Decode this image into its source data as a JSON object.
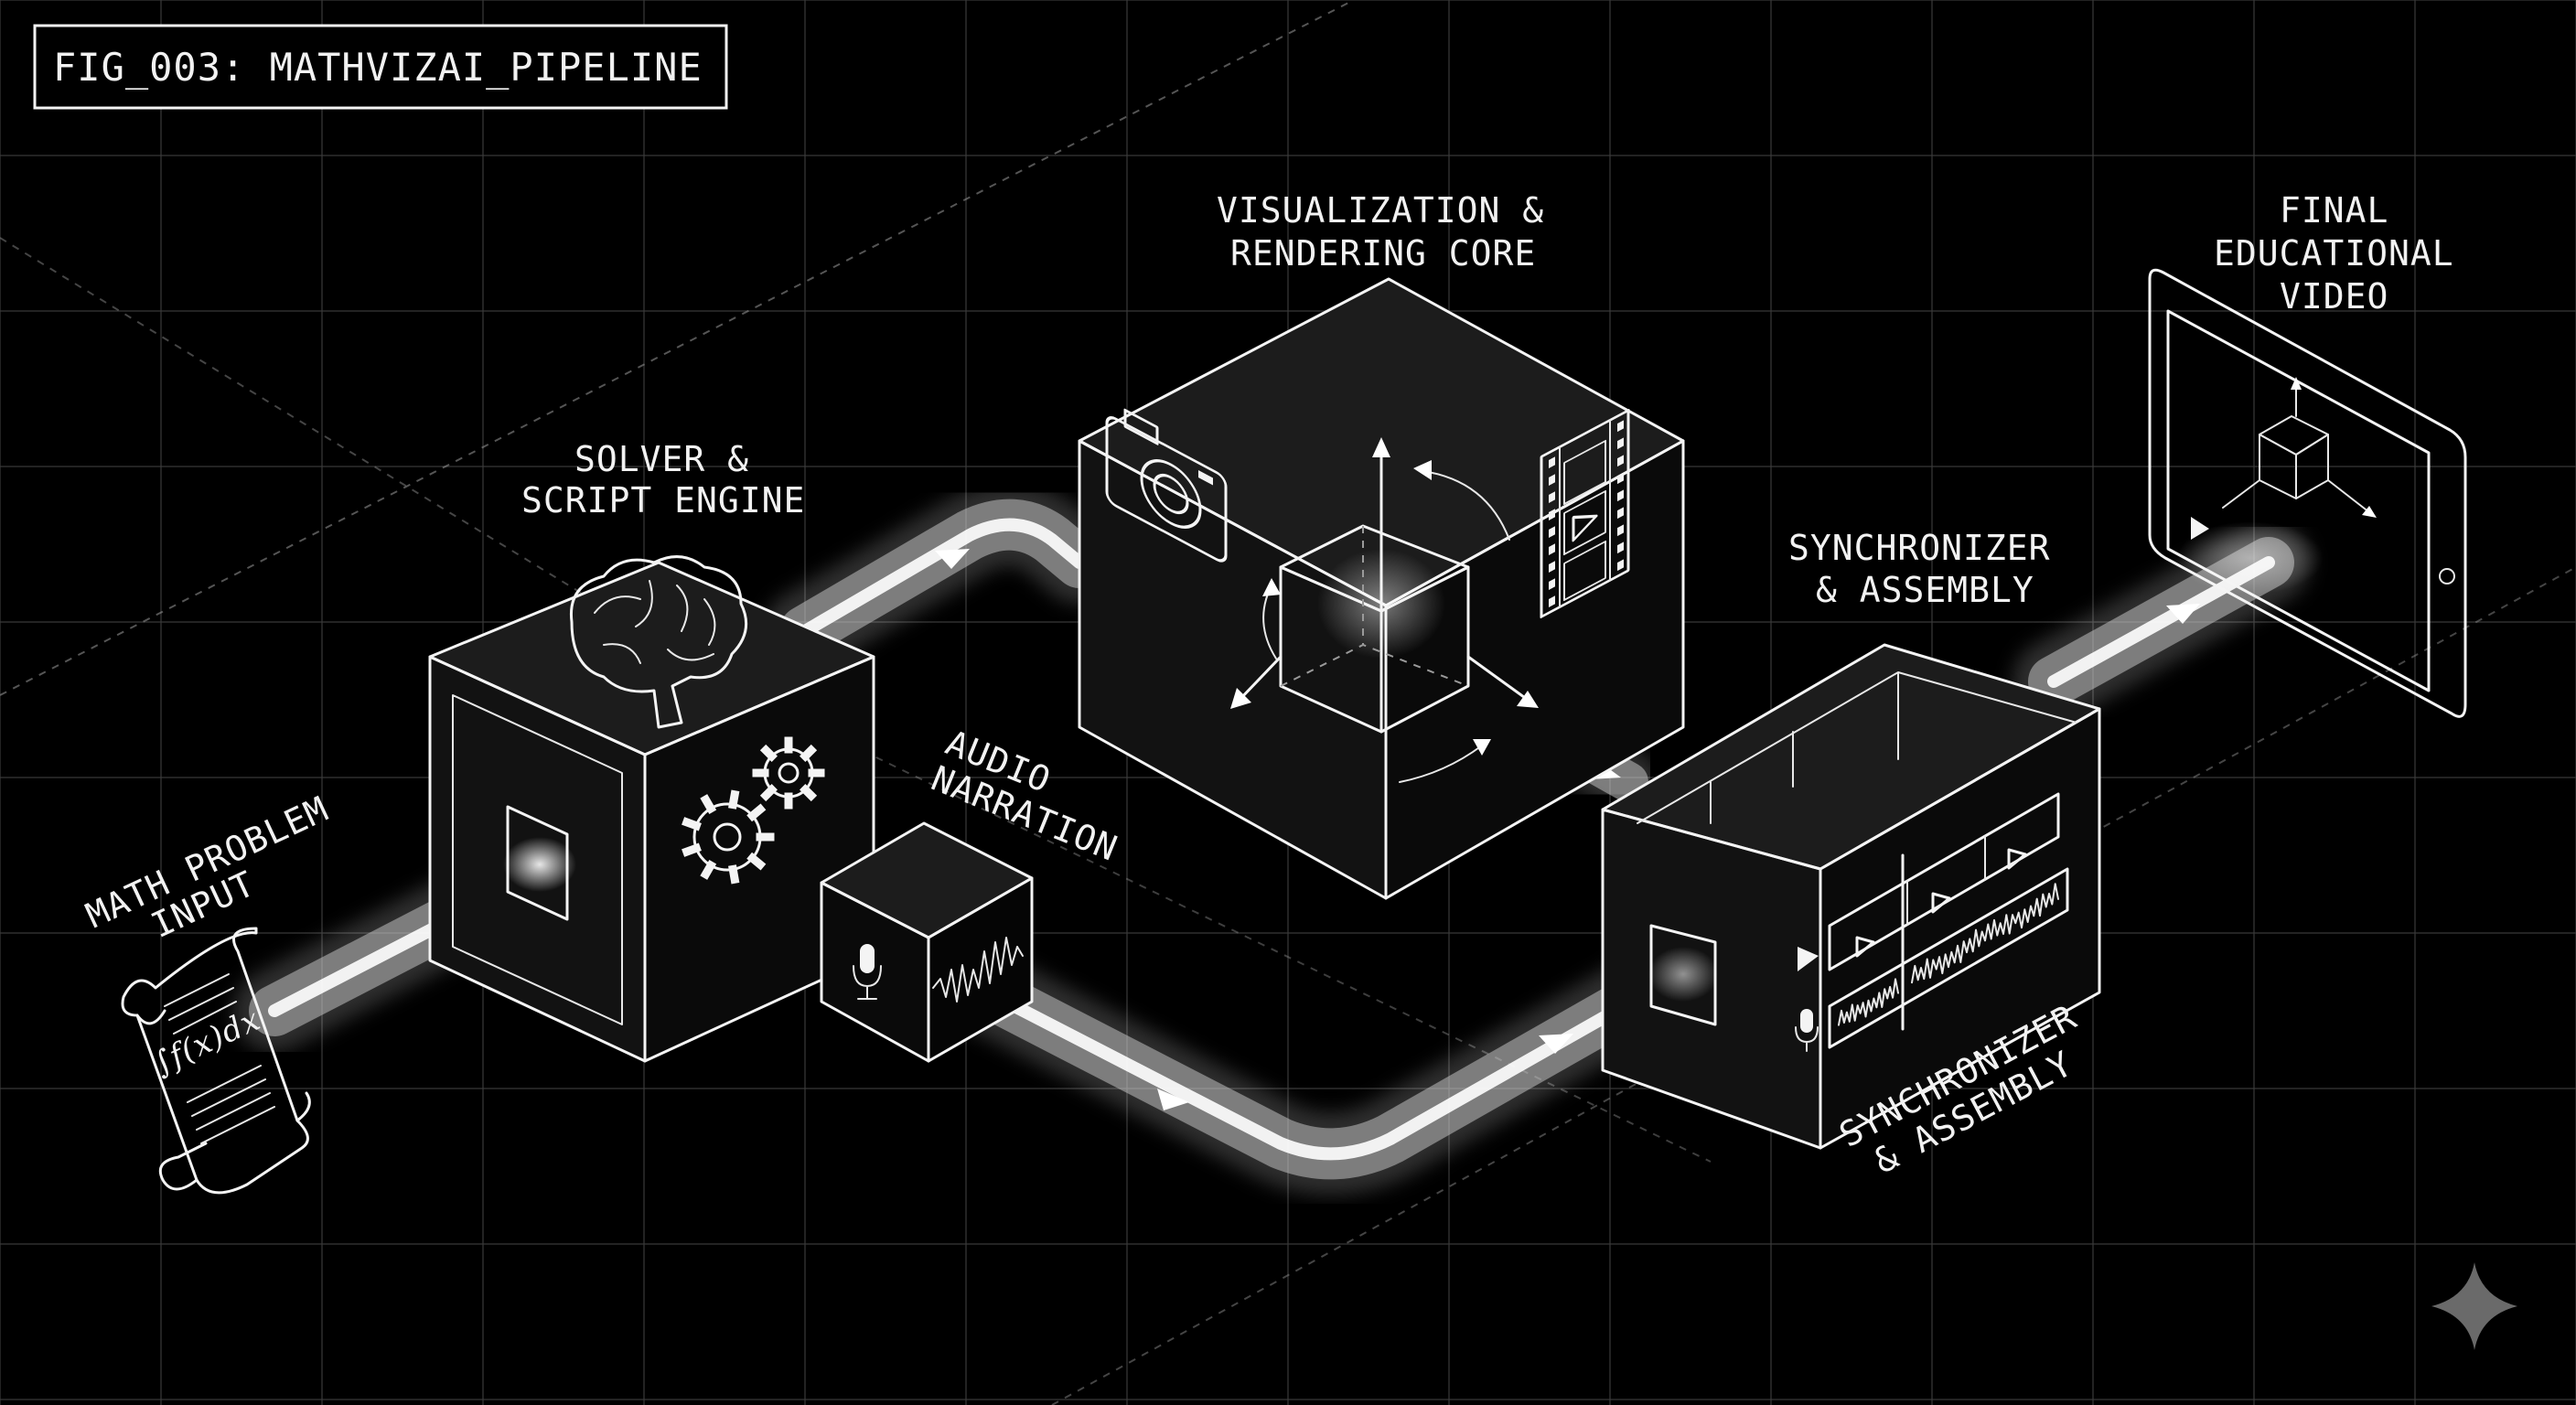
{
  "figure_title": "FIG_003: MATHVIZAI_PIPELINE",
  "labels": {
    "math_input": [
      "MATH PROBLEM",
      "INPUT"
    ],
    "solver": [
      "SOLVER &",
      "SCRIPT ENGINE"
    ],
    "visualization": [
      "VISUALIZATION &",
      "RENDERING CORE"
    ],
    "audio": [
      "AUDIO",
      "NARRATION"
    ],
    "synchronizer_top": [
      "SYNCHRONIZER",
      "& ASSEMBLY"
    ],
    "synchronizer_side": [
      "SYNCHRONIZER",
      "& ASSEMBLY"
    ],
    "final_video": [
      "FINAL",
      "EDUCATIONAL",
      "VIDEO"
    ]
  },
  "scroll_formula": "∫f(x)dx",
  "icons": {
    "solver": [
      "brain-icon",
      "gears-icon"
    ],
    "visualization": [
      "camera-icon",
      "film-strip-icon",
      "rotation-arrows-icon",
      "axis-cube-icon"
    ],
    "audio": [
      "microphone-icon",
      "waveform-icon"
    ],
    "synchronizer": [
      "play-button-icon",
      "microphone-icon",
      "waveform-icon"
    ],
    "final_video": [
      "tablet-icon",
      "axis-cube-icon",
      "play-button-icon"
    ],
    "corner": "sparkle-icon"
  },
  "colors": {
    "background": "#000000",
    "line": "#f4f4f4",
    "grid": "#3a3a3a",
    "glow": "#ffffff"
  }
}
